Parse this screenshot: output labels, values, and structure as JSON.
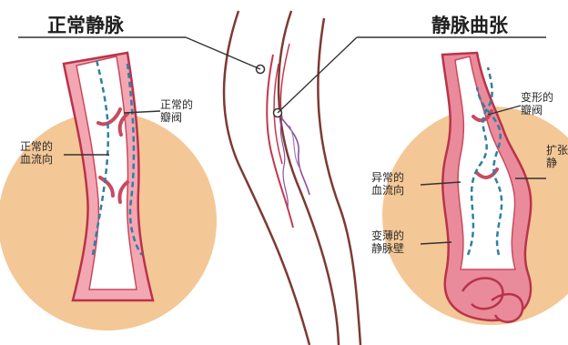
{
  "titles": {
    "left": "正常静脉",
    "right": "静脉曲张"
  },
  "labels": {
    "normal_valve": [
      "正常的",
      "瓣阀"
    ],
    "normal_flow": [
      "正常的",
      "血流向"
    ],
    "deformed_valve": [
      "变形的",
      "瓣阀"
    ],
    "dilated_vein": [
      "扩张",
      "静"
    ],
    "abnormal_flow": [
      "异常的",
      "血流向"
    ],
    "thin_wall": [
      "变薄的",
      "静脉壁"
    ]
  },
  "colors": {
    "circle": "#f4c796",
    "vein_outline": "#b9334a",
    "vein_fill": "#e98b9b",
    "vein_inner": "#ffffff",
    "flow": "#2f7fa3",
    "leg_outline": "#7d3a33",
    "spider": "#8b4f9e"
  }
}
